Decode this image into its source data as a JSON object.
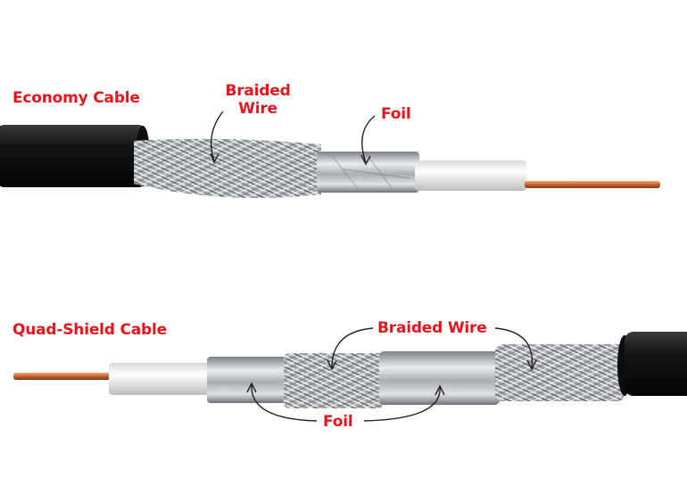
{
  "top_cable": {
    "title": "Economy Cable",
    "braided_label": "Braided\nWire",
    "foil_label": "Foil"
  },
  "bottom_cable": {
    "title": "Quad-Shield Cable",
    "braided_label": "Braided Wire",
    "foil_label": "Foil"
  },
  "colors": {
    "label_red": "#e8141b",
    "jacket": "#1b1b1b",
    "copper": "#c8652d",
    "dielectric": "#f4f4f4",
    "foil": "#c9ccd0"
  }
}
